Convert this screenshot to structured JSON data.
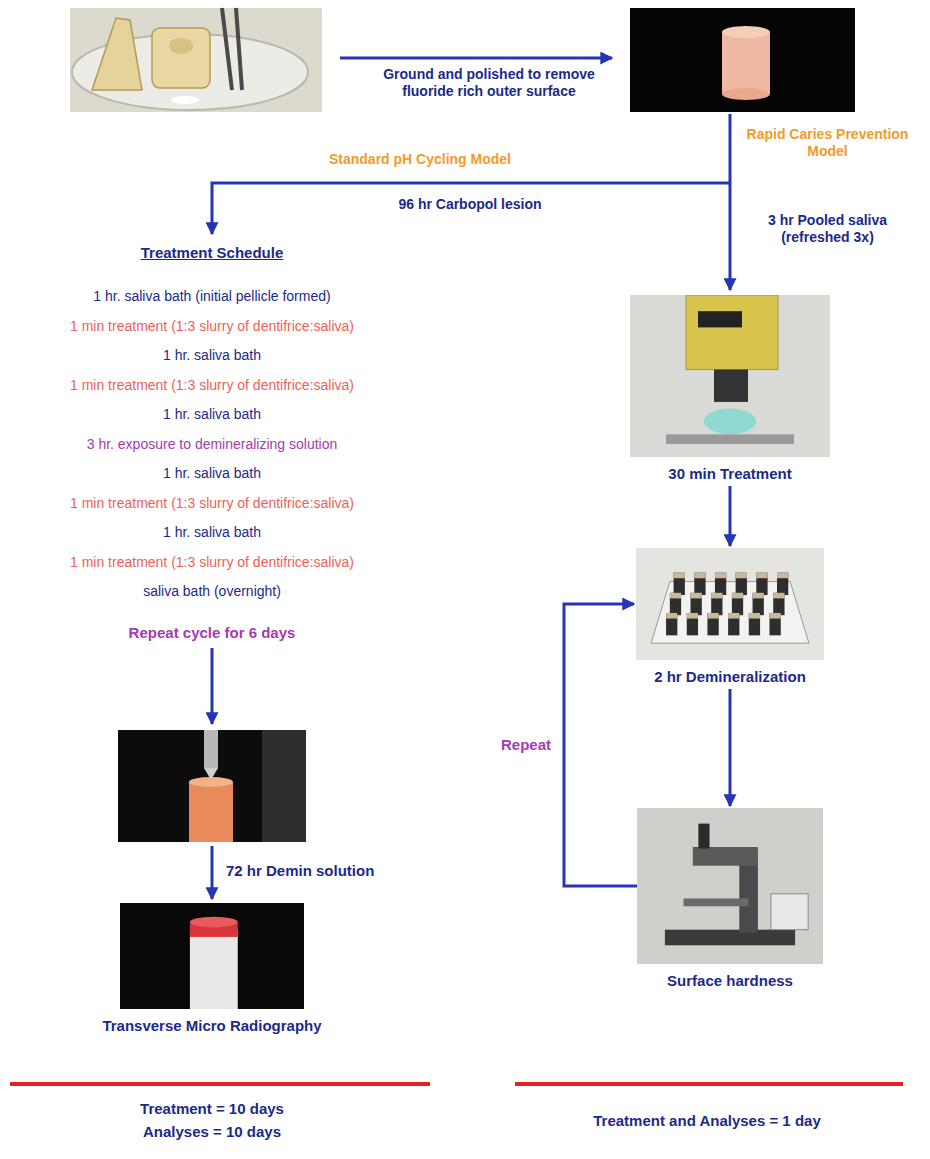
{
  "diagram": {
    "nodes": [
      {
        "text": [
          "30 min Treatment"
        ]
      },
      {
        "text": [
          "2 hr Demineralization"
        ]
      },
      {
        "text": [
          "Surface hardness"
        ]
      },
      {
        "text": [
          "Transverse Micro Radiography"
        ]
      }
    ],
    "edges": [
      {
        "from": 0,
        "to": 1,
        "arrow": "to"
      },
      {
        "from": 1,
        "to": 2,
        "arrow": "to"
      },
      {
        "from": 2,
        "to": 1,
        "label": "Repeat",
        "arrow": "to"
      }
    ],
    "labels": [
      "Ground and polished to remove fluoride rich outer surface",
      "Standard pH Cycling Model",
      "Rapid Caries Prevention Model",
      "96 hr Carbopol lesion",
      "3 hr Pooled saliva (refreshed 3x)",
      "Treatment Schedule",
      "1 hr. saliva bath (initial pellicle formed)",
      "1 min treatment (1:3 slurry of dentifrice:saliva)",
      "1 hr. saliva bath",
      "1 min treatment (1:3 slurry of dentifrice:saliva)",
      "1 hr. saliva bath",
      "3 hr. exposure to demineralizing solution",
      "1 hr. saliva bath",
      "1 min treatment (1:3 slurry of dentifrice:saliva)",
      "1 hr. saliva bath",
      "1 min treatment (1:3 slurry of dentifrice:saliva)",
      "saliva bath (overnight)",
      "Repeat cycle for 6 days",
      "72 hr Demin solution",
      "Treatment = 10 days",
      "Analyses = 10 days",
      "Treatment and Analyses = 1 day"
    ]
  }
}
